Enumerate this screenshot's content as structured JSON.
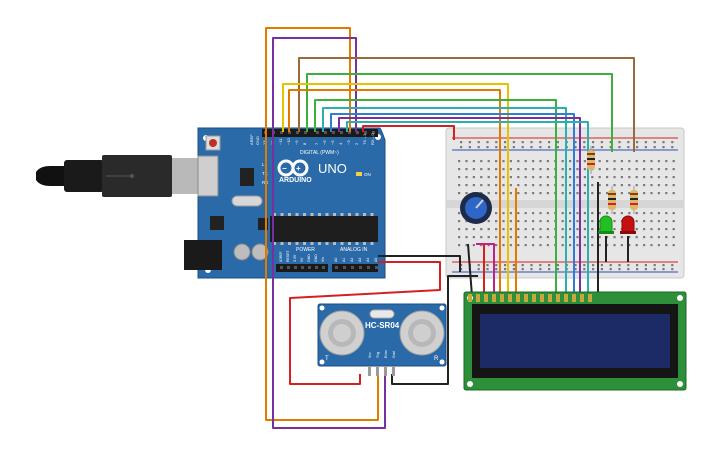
{
  "board": {
    "brand": "ARDUINO",
    "model": "UNO",
    "digital_label": "DIGITAL (PWM~)",
    "power_label": "POWER",
    "analog_label": "ANALOG IN",
    "aref_label": "AREF",
    "gnd_label": "GND",
    "ioref_label": "IOREF",
    "reset_label": "RESET",
    "v33_label": "3.3V",
    "v5_label": "5V",
    "vin_label": "Vin",
    "a0": "A0",
    "a1": "A1",
    "a2": "A2",
    "a3": "A3",
    "a4": "A4",
    "a5": "A5",
    "tx_label": "TX",
    "rx_label": "RX",
    "on_label": "ON",
    "l_label": "L",
    "pin_13": "13",
    "pin_12": "12",
    "pin_11": "~11",
    "pin_10": "~10",
    "pin_9": "~9",
    "pin_8": "8",
    "pin_7": "7",
    "pin_6": "~6",
    "pin_5": "~5",
    "pin_4": "4",
    "pin_3": "~3",
    "pin_2": "2",
    "pin_1": "TX→1",
    "pin_0": "RX←0"
  },
  "sensor": {
    "name": "HC-SR04",
    "pin_vcc": "Vcc",
    "pin_trig": "Trig",
    "pin_echo": "Echo",
    "pin_gnd": "Gnd",
    "t_label": "T",
    "r_label": "R"
  },
  "colors": {
    "board": "#2a6aa8",
    "breadboard": "#e8e8e8",
    "lcd_pcb": "#2d8f3a",
    "lcd_screen": "#1c2a66",
    "wire_orange": "#e07b00",
    "wire_purple": "#7a2fa0",
    "wire_brown": "#9a6a3a",
    "wire_green": "#3bb03b",
    "wire_yellow": "#e6c200",
    "wire_blue": "#2e7fd4",
    "wire_teal": "#2ab0b0",
    "wire_red": "#d42020",
    "wire_black": "#222222",
    "wire_magenta": "#c0208a",
    "led_green": "#22c022",
    "led_red": "#c41010"
  }
}
